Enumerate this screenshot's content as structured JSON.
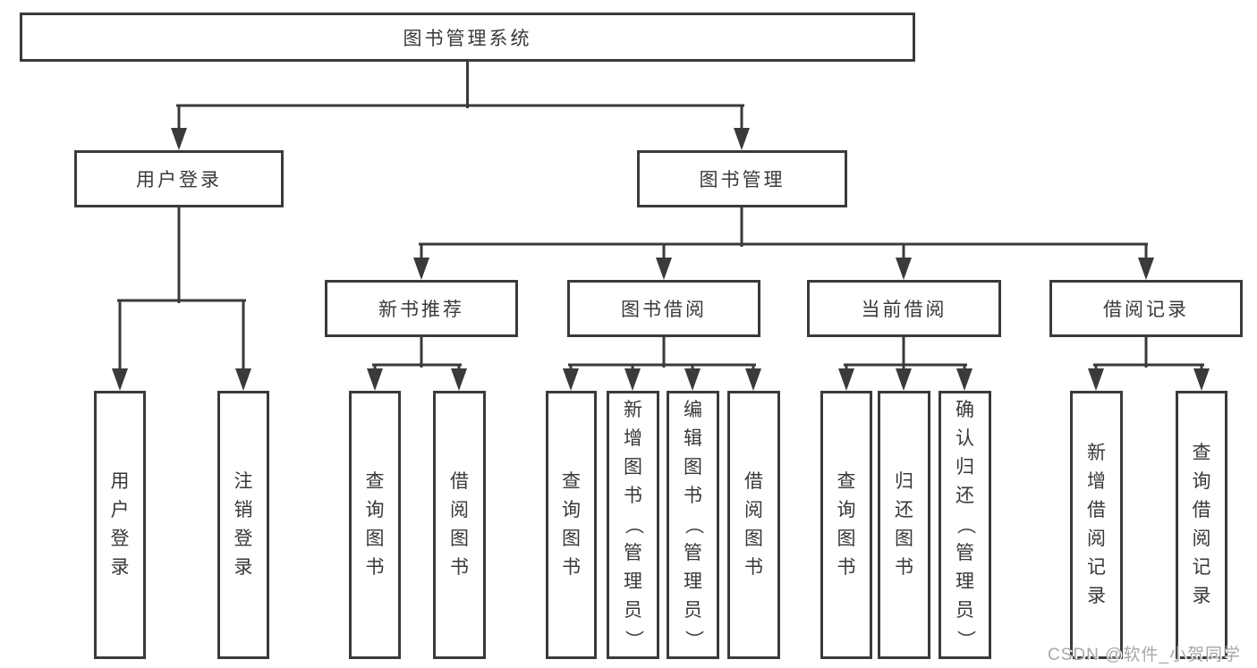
{
  "diagram": {
    "title": "图书管理系统",
    "branches": [
      {
        "label": "用户登录",
        "children": [
          "用户登录",
          "注销登录"
        ]
      },
      {
        "label": "图书管理",
        "children": [
          {
            "label": "新书推荐",
            "children": [
              "查询图书",
              "借阅图书"
            ]
          },
          {
            "label": "图书借阅",
            "children": [
              "查询图书",
              "新增图书（管理员）",
              "编辑图书（管理员）",
              "借阅图书"
            ]
          },
          {
            "label": "当前借阅",
            "children": [
              "查询图书",
              "归还图书",
              "确认归还（管理员）"
            ]
          },
          {
            "label": "借阅记录",
            "children": [
              "新增借阅记录",
              "查询借阅记录"
            ]
          }
        ]
      }
    ]
  },
  "watermark": "CSDN @软件_小贺同学",
  "colors": {
    "line": "#3a3a3a",
    "text": "#3a3a3a",
    "watermark": "#a8a8a8",
    "background": "#ffffff"
  }
}
